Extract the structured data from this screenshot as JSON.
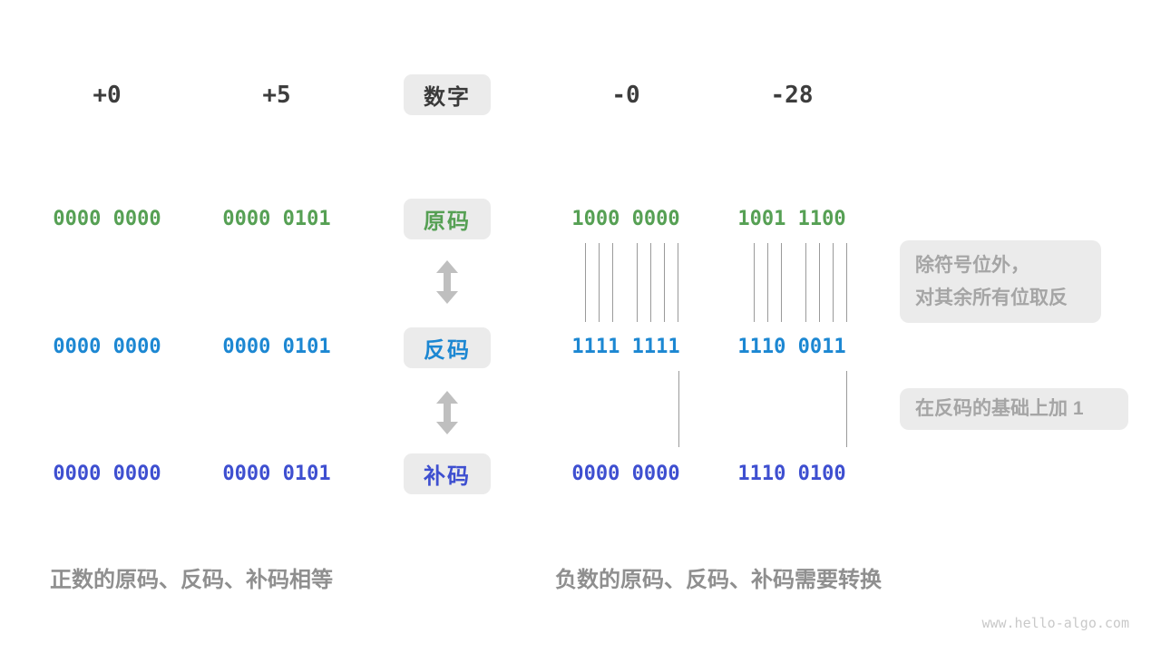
{
  "columns": {
    "center_label": "数字",
    "headers": [
      "+0",
      "+5",
      "-0",
      "-28"
    ]
  },
  "rows": [
    {
      "label": "原码",
      "values": [
        "0000 0000",
        "0000 0101",
        "1000 0000",
        "1001 1100"
      ],
      "color": "#56a054"
    },
    {
      "label": "反码",
      "values": [
        "0000 0000",
        "0000 0101",
        "1111 1111",
        "1110 0011"
      ],
      "color": "#1c87d2"
    },
    {
      "label": "补码",
      "values": [
        "0000 0000",
        "0000 0101",
        "0000 0000",
        "1110 0100"
      ],
      "color": "#3e4fd0"
    }
  ],
  "annotations": {
    "invert_line1": "除符号位外，",
    "invert_line2": "对其余所有位取反",
    "add_one": "在反码的基础上加 1"
  },
  "captions": {
    "positive": "正数的原码、反码、补码相等",
    "negative": "负数的原码、反码、补码需要转换"
  },
  "watermark": "www.hello-algo.com",
  "colors": {
    "sign_magnitude_green": "#56a054",
    "ones_complement_blue": "#1c87d2",
    "twos_complement_indigo": "#3e4fd0",
    "pill_background": "#ebebeb",
    "note_text": "#a5a5a5",
    "caption_text": "#8f8f8f",
    "header_text": "#3d3d3d",
    "arrow_gray": "#bfbfbf"
  }
}
